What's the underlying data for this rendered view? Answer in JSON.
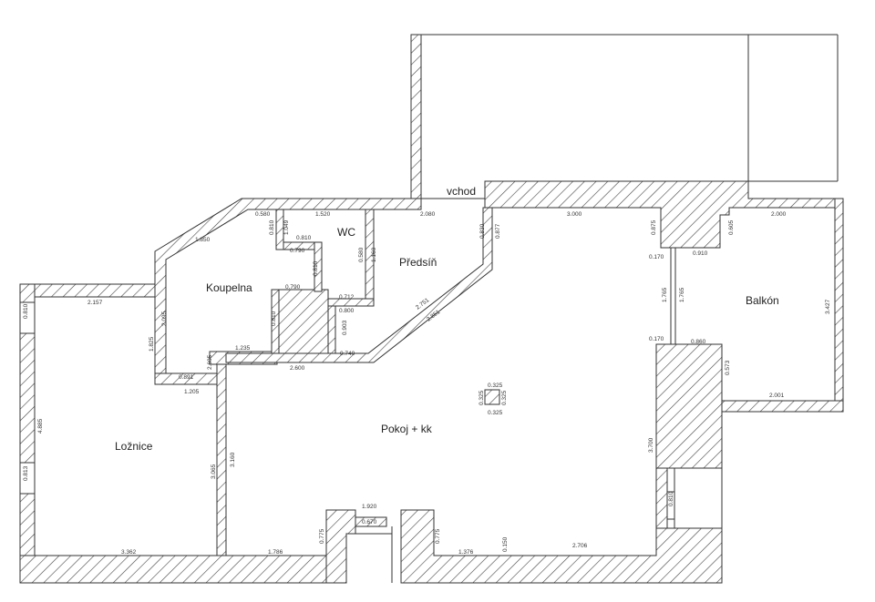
{
  "rooms": {
    "vchod": "vchod",
    "wc": "WC",
    "koupelna": "Koupelna",
    "predsin": "Předsíň",
    "balkon": "Balkón",
    "loznice": "Ložnice",
    "pokoj": "Pokoj + kk"
  },
  "dimensions": {
    "d0580": "0.580",
    "d1520": "1.520",
    "d2080": "2.080",
    "d3000": "3.000",
    "d2000": "2.000",
    "d1850": "1.850",
    "d0810": "0.810",
    "d0790a": "0.790",
    "d0790b": "0.790",
    "d0712": "0.712",
    "d0800": "0.800",
    "d0740": "0.740",
    "d2600": "2.600",
    "d2157": "2.157",
    "d1235": "1.235",
    "d0891": "0.891",
    "d1205": "1.205",
    "d2751": "2.751",
    "d2851": "2.851",
    "d0910": "0.910",
    "d0170a": "0.170",
    "d0170b": "0.170",
    "d0860": "0.860",
    "d2001": "2.001",
    "d3427": "3.427",
    "d1765a": "1.765",
    "d1765b": "1.765",
    "d0325a": "0.325",
    "d0325b": "0.325",
    "d0325c": "0.325",
    "d0325d": "0.325",
    "d4885": "4.885",
    "d3065": "3.065",
    "d3160": "3.160",
    "d3700": "3.700",
    "d1920": "1.920",
    "d0670": "0.670",
    "d0775a": "0.775",
    "d0775b": "0.775",
    "d3362": "3.362",
    "d1786": "1.786",
    "d1376": "1.376",
    "d2706": "2.706",
    "d0150": "0.150",
    "d0573": "0.573",
    "d0875": "0.875",
    "d0605": "0.605",
    "d0877": "0.877",
    "d0830": "0.830",
    "d1825": "1.825",
    "d2095": "2.095",
    "d0810v": "0.810",
    "d0813": "0.813",
    "d0810w": "0.810",
    "d0810x": "0.810",
    "d1049": "1.049",
    "d0903": "0.903",
    "d0580v": "0.580",
    "d1160": "1.160",
    "d0810y": "0.810",
    "d0810z": "0.810",
    "d2605": "2.605"
  }
}
